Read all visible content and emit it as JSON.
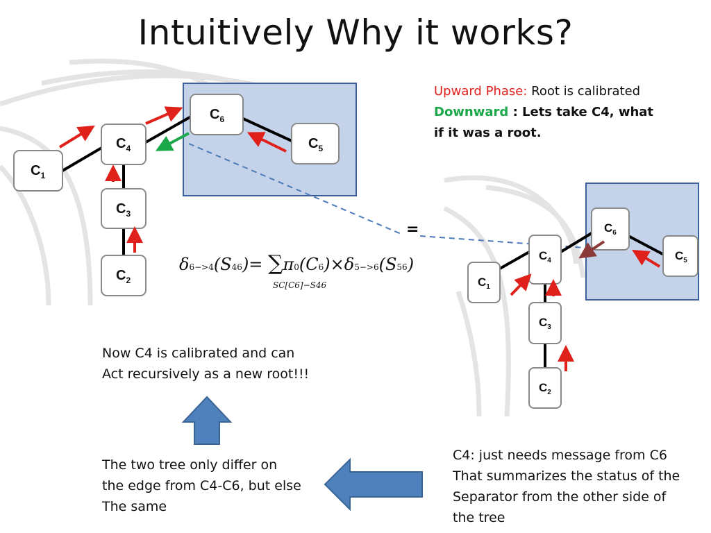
{
  "slide": {
    "title": "Intuitively Why it works?",
    "top_right": {
      "upward_label": "Upward Phase:",
      "upward_text": " Root is calibrated",
      "downward_label": "Downward",
      "downward_text": " : Lets take C4, what",
      "line3": "if it was a root."
    },
    "equals": "=",
    "formula": {
      "lhs_delta": "δ",
      "lhs_sub": "6−>4",
      "lhs_arg": "(S",
      "lhs_arg_sub": "46",
      "lhs_close": ")=",
      "sum": "∑",
      "pi": "π",
      "pi_sub": "0",
      "pi_arg": "(C",
      "pi_arg_sub": "6",
      "times": ")×δ",
      "rhs_sub": "5−>6",
      "rhs_arg": "(S",
      "rhs_arg_sub": "56",
      "rhs_close": ")",
      "under": "SC[C6]−S46"
    },
    "note_calibrated": [
      "Now C4 is calibrated and can",
      "Act recursively as a new root!!!"
    ],
    "note_differ": [
      "The two tree only differ on",
      "the edge from C4-C6, but else",
      "The same"
    ],
    "note_message": [
      "C4: just needs message from C6",
      "That summarizes the status of the",
      "Separator from the other side of",
      "the tree"
    ]
  },
  "left_tree": {
    "nodes": [
      {
        "id": "c1",
        "letter": "C",
        "sub": "1"
      },
      {
        "id": "c4",
        "letter": "C",
        "sub": "4"
      },
      {
        "id": "c3",
        "letter": "C",
        "sub": "3"
      },
      {
        "id": "c2",
        "letter": "C",
        "sub": "2"
      },
      {
        "id": "c6",
        "letter": "C",
        "sub": "6"
      },
      {
        "id": "c5",
        "letter": "C",
        "sub": "5"
      }
    ]
  },
  "right_tree": {
    "nodes": [
      {
        "id": "c1",
        "letter": "C",
        "sub": "1"
      },
      {
        "id": "c4",
        "letter": "C",
        "sub": "4"
      },
      {
        "id": "c3",
        "letter": "C",
        "sub": "3"
      },
      {
        "id": "c2",
        "letter": "C",
        "sub": "2"
      },
      {
        "id": "c6",
        "letter": "C",
        "sub": "6"
      },
      {
        "id": "c5",
        "letter": "C",
        "sub": "5"
      }
    ]
  },
  "colors": {
    "red_arrow": "#e0201b",
    "green_arrow": "#1aa84a",
    "brown_arrow": "#8b3a3a",
    "highlight_fill": "#c5d3ea",
    "highlight_border": "#3a5f9a",
    "dashed_line": "#4a7ab8",
    "block_arrow": "#4f81bd"
  }
}
